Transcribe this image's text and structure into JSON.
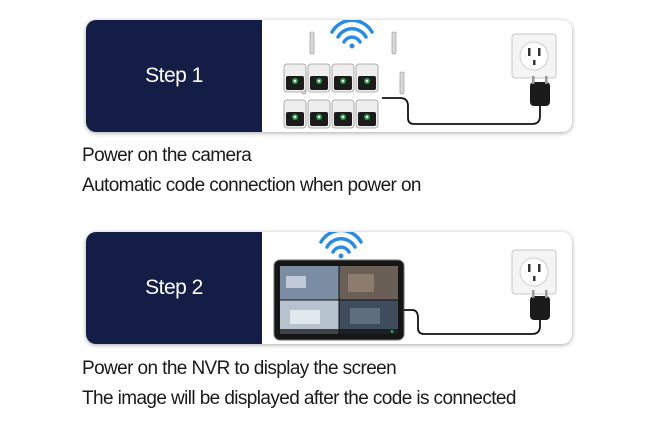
{
  "steps": [
    {
      "label": "Step 1",
      "lines": [
        "Power on the camera",
        "Automatic code connection when power on"
      ]
    },
    {
      "label": "Step 2",
      "lines": [
        "Power on the NVR to display the screen",
        "The image will be displayed after the code is connected"
      ]
    }
  ],
  "colors": {
    "card_label_bg": "#131d45",
    "card_label_text": "#ffffff",
    "wifi_signal": "#2a8ce0",
    "camera_lens_ring": "#2f9e4f"
  },
  "icons": [
    "wifi-signal-icon",
    "camera-icon",
    "nvr-monitor-icon",
    "wall-outlet-icon",
    "power-plug-icon"
  ]
}
